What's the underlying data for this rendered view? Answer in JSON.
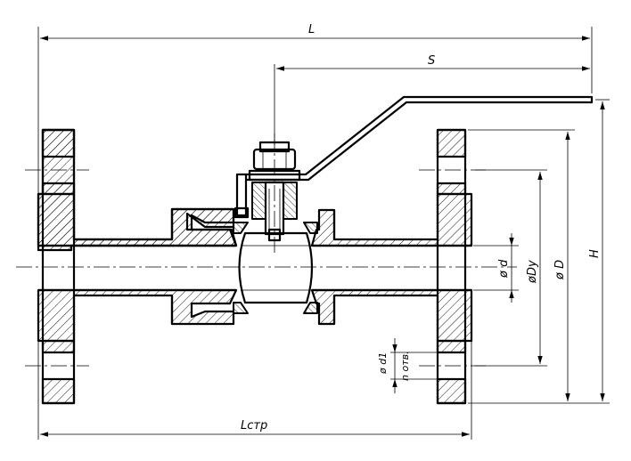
{
  "drawing": {
    "labels": {
      "length": "L",
      "handle_reach": "S",
      "height": "H",
      "bore_diameter": "ø d",
      "nominal_diameter": "øDy",
      "bolt_circle_diameter": "ø D",
      "bolt_hole_diameter": "ø d1",
      "bolt_hole_count": "n отв.",
      "construction_length": "Lстр"
    }
  }
}
